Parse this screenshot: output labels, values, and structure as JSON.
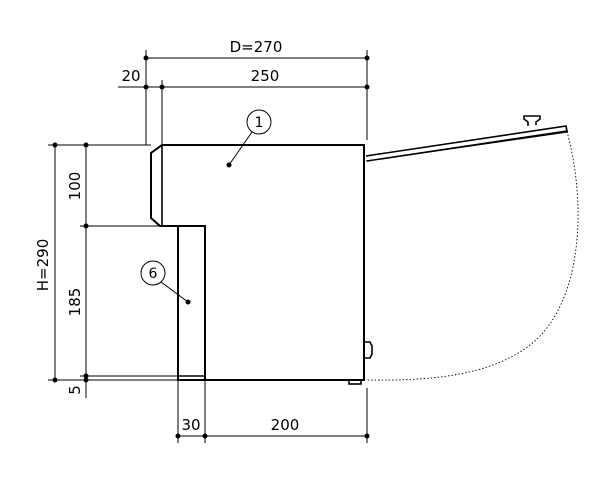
{
  "dimensions": {
    "depth_total": "D=270",
    "depth_offset": "20",
    "depth_body": "250",
    "height_total": "H=290",
    "height_upper": "100",
    "height_lower": "185",
    "height_base": "5",
    "bottom_left": "30",
    "bottom_right": "200"
  },
  "callouts": {
    "upper_body": "1",
    "lower_body": "6"
  }
}
